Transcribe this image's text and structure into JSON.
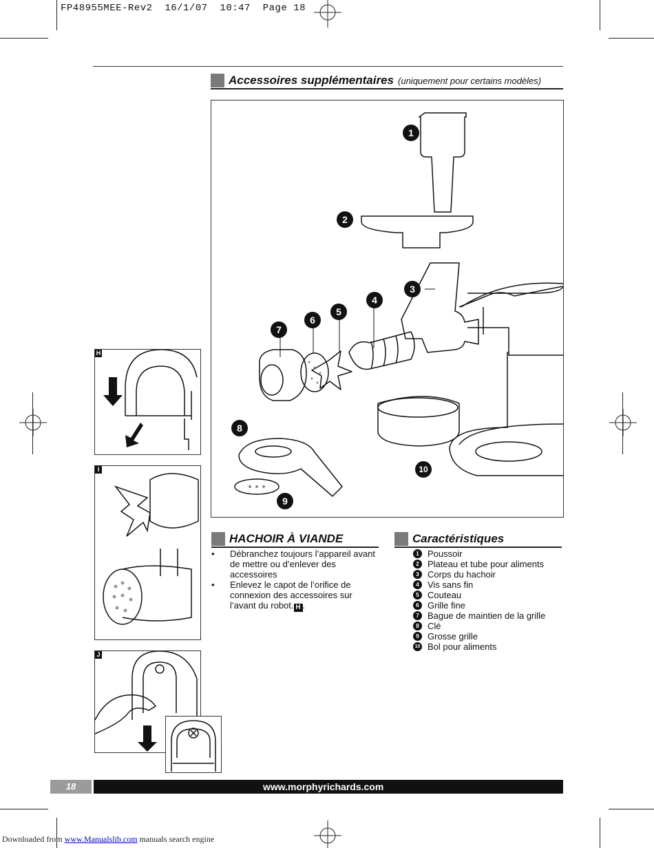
{
  "print_header": "FP48955MEE-Rev2  16/1/07  10:47  Page 18",
  "section_accessories": {
    "title": "Accessoires supplémentaires",
    "subtitle": "(uniquement pour certains modèles)"
  },
  "callouts": [
    "1",
    "2",
    "3",
    "4",
    "5",
    "6",
    "7",
    "8",
    "9",
    "10"
  ],
  "side_figures": [
    "H",
    "I",
    "J"
  ],
  "hachoir": {
    "title": "HACHOIR À VIANDE",
    "bullets": [
      "Débranchez toujours l’appareil avant de mettre ou d’enlever des accessoires",
      "Enlevez le capot de l’orifice de connexion des accessoires sur l’avant du robot."
    ],
    "ref_box": "H",
    "ref_after": "."
  },
  "features": {
    "title": "Caractéristiques",
    "items": [
      {
        "num": "1",
        "label": "Poussoir"
      },
      {
        "num": "2",
        "label": "Plateau et tube pour aliments"
      },
      {
        "num": "3",
        "label": "Corps du hachoir"
      },
      {
        "num": "4",
        "label": "Vis sans fin"
      },
      {
        "num": "5",
        "label": "Couteau"
      },
      {
        "num": "6",
        "label": "Grille fine"
      },
      {
        "num": "7",
        "label": "Bague de maintien de la grille"
      },
      {
        "num": "8",
        "label": "Clé"
      },
      {
        "num": "9",
        "label": "Grosse grille"
      },
      {
        "num": "10",
        "label": "Bol pour aliments"
      }
    ]
  },
  "footer": {
    "page_number": "18",
    "url": "www.morphyrichards.com"
  },
  "download_note": {
    "prefix": "Downloaded from ",
    "link": "www.Manualslib.com",
    "suffix": " manuals search engine"
  },
  "colors": {
    "accent_gray": "#7a7a7a",
    "ink": "#111111",
    "link": "#0000cc"
  }
}
